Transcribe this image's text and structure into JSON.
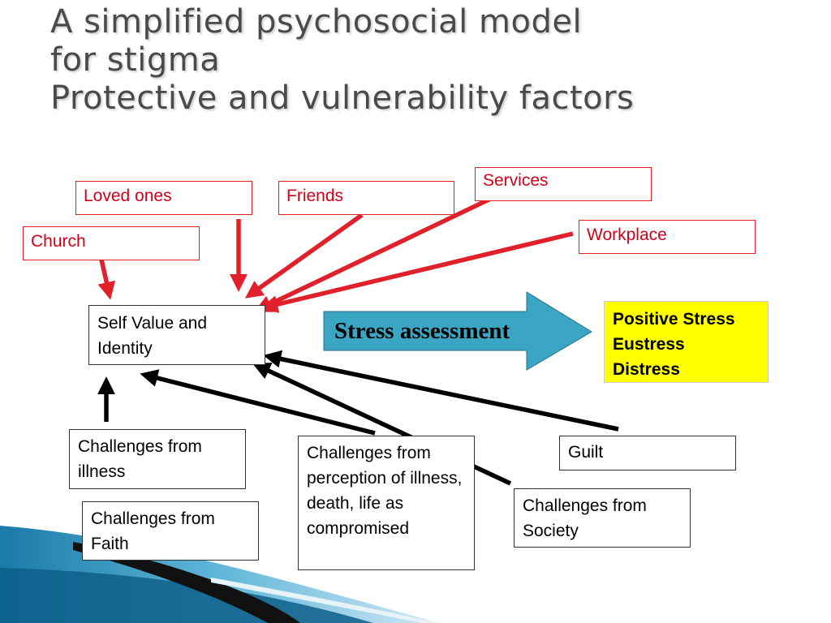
{
  "title": {
    "line1": "A simplified psychosocial model",
    "line2": "for stigma",
    "line3": "Protective and vulnerability factors"
  },
  "protective": {
    "loved_ones": "Loved ones",
    "friends": "Friends",
    "services": "Services",
    "church": "Church",
    "workplace": "Workplace"
  },
  "center": {
    "self_value": "Self Value and Identity",
    "stress_assessment": "Stress assessment"
  },
  "outcomes": {
    "line1": "Positive Stress",
    "line2": "Eustress",
    "line3": "Distress"
  },
  "vulnerability": {
    "illness": "Challenges from illness",
    "faith": "Challenges from Faith",
    "perception": "Challenges from perception of illness, death, life as compromised",
    "society": "Challenges from Society",
    "guilt": "Guilt"
  },
  "colors": {
    "protective_arrow": "#e0202a",
    "vulnerability_arrow": "#000000",
    "stress_arrow_fill": "#3aa6c4",
    "outcome_fill": "#ffff00"
  }
}
